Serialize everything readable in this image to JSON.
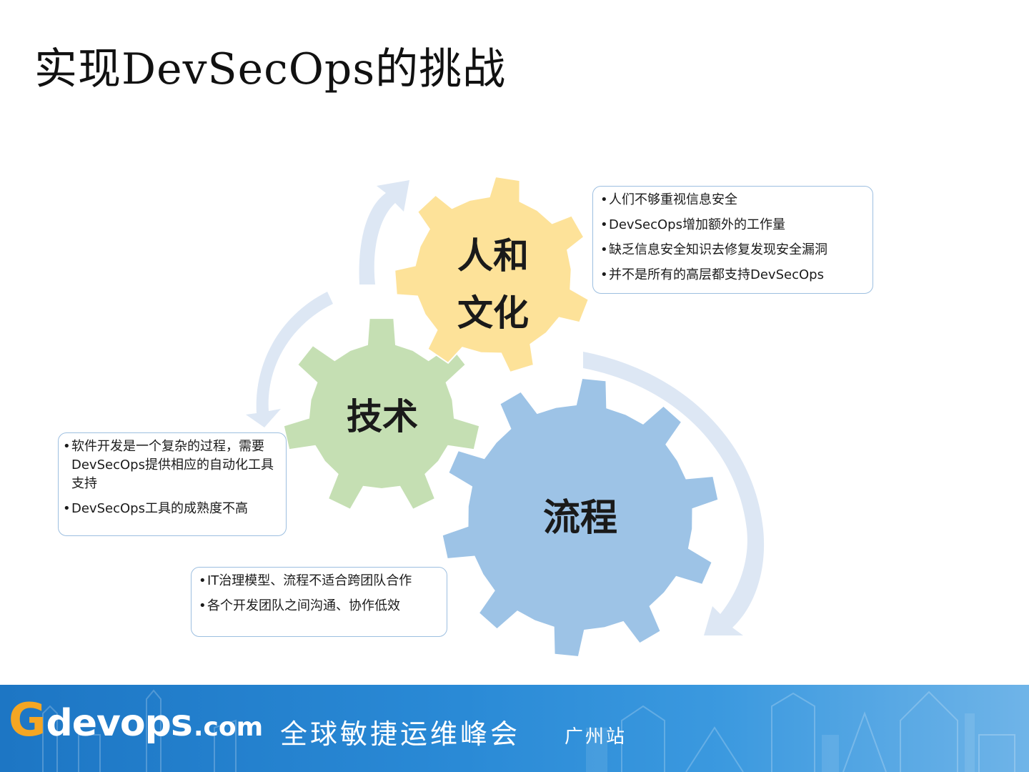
{
  "slide": {
    "title": "实现DevSecOps的挑战"
  },
  "gears": {
    "culture": {
      "line1": "人和",
      "line2": "文化",
      "color": "#fde299"
    },
    "tech": {
      "label": "技术",
      "color": "#c5dfb3"
    },
    "process": {
      "label": "流程",
      "color": "#9dc3e6"
    }
  },
  "notes": {
    "culture": [
      "人们不够重视信息安全",
      "DevSecOps增加额外的工作量",
      "缺乏信息安全知识去修复发现安全漏洞",
      "并不是所有的高层都支持DevSecOps"
    ],
    "tech": [
      "软件开发是一个复杂的过程，需要DevSecOps提供相应的自动化工具支持",
      "DevSecOps工具的成熟度不高"
    ],
    "process": [
      "IT治理模型、流程不适合跨团队合作",
      "各个开发团队之间沟通、协作低效"
    ]
  },
  "footer": {
    "logo_g": "G",
    "logo_brand": "devops",
    "logo_tld": ".com",
    "event_name": "全球敏捷运维峰会",
    "city": "广州站"
  },
  "colors": {
    "arrow": "#dde7f4",
    "box_border": "#9dbfe0",
    "footer_blue": "#1d76c4",
    "logo_orange": "#f5a623"
  }
}
